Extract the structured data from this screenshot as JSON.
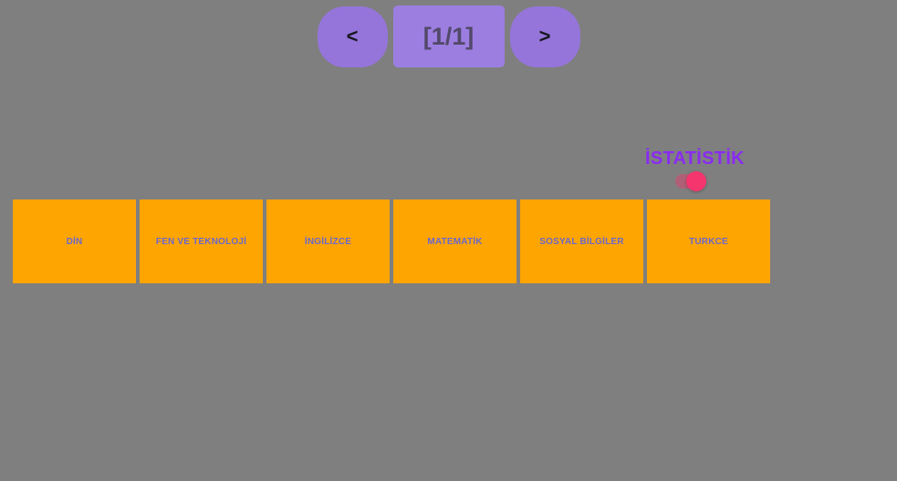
{
  "pagination": {
    "prev_label": "<",
    "page_indicator": "[1/1]",
    "next_label": ">"
  },
  "statistics": {
    "label": "İSTATİSTİK",
    "toggle_state": "on"
  },
  "subjects": [
    {
      "label": "DİN"
    },
    {
      "label": "FEN VE TEKNOLOJİ"
    },
    {
      "label": "İNGİLİZCE"
    },
    {
      "label": "MATEMATİK"
    },
    {
      "label": "SOSYAL BİLGİLER"
    },
    {
      "label": "TURKCE"
    }
  ],
  "colors": {
    "background": "#7f7f7f",
    "nav_button": "#9575da",
    "page_box": "#9c7ee1",
    "page_text": "#52496a",
    "statistics_label": "#8a2bf2",
    "toggle_thumb": "#f5356e",
    "tile_background": "#ffa502",
    "tile_text": "#6b68cc"
  }
}
